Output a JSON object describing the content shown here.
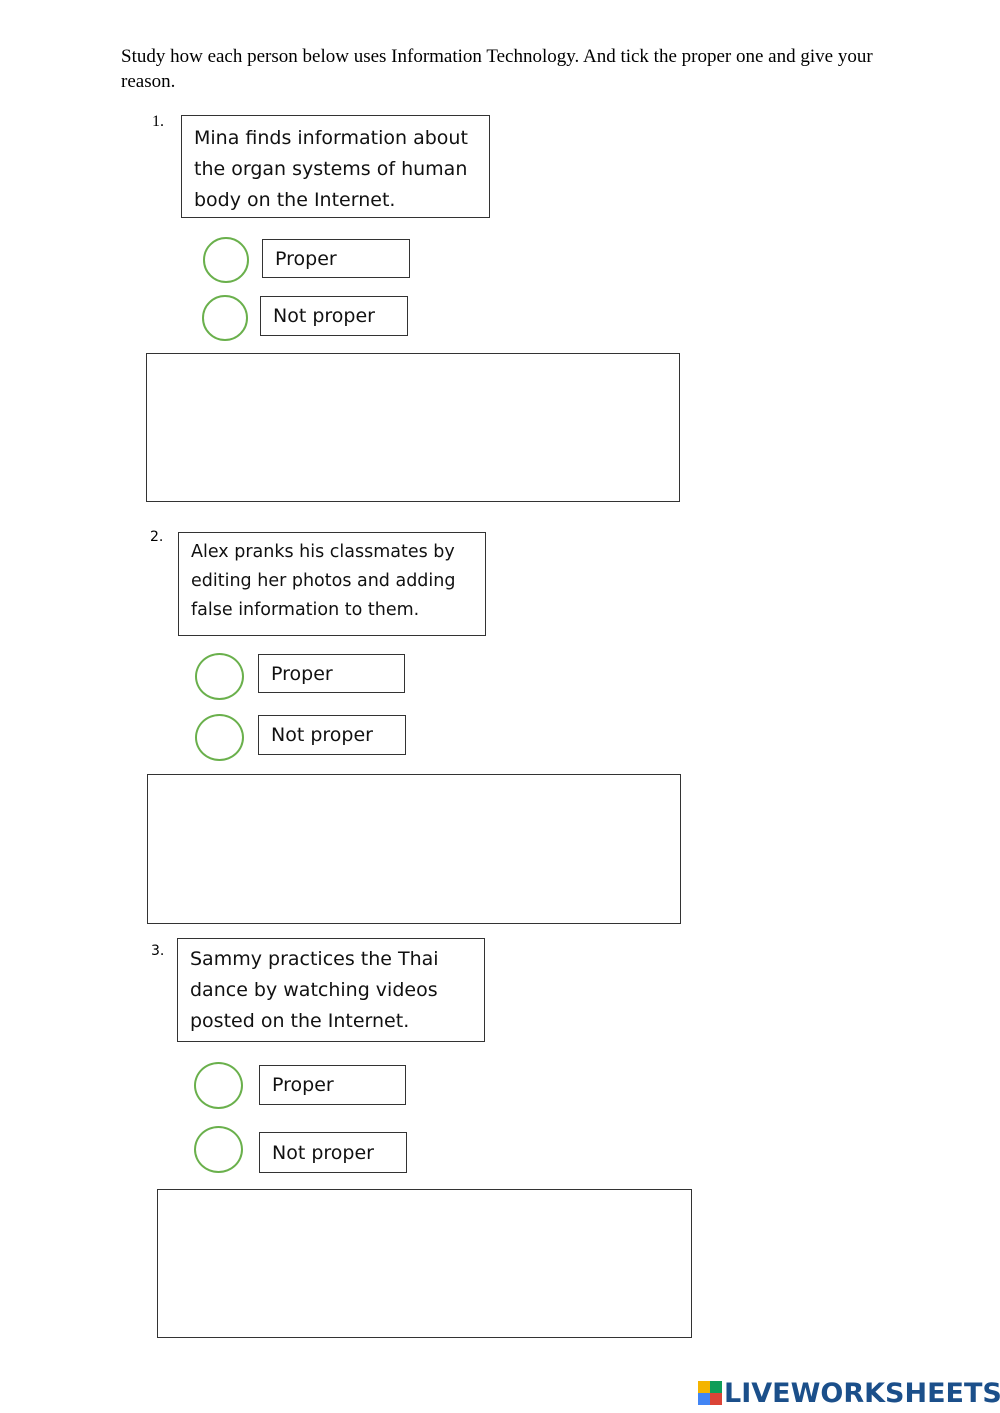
{
  "instructions": "Study how each person below uses Information Technology. And tick the proper one and give your reason.",
  "questions": [
    {
      "number": "1.",
      "text": "Mina finds information about the organ systems of human body on the Internet.",
      "options": [
        "Proper",
        "Not proper"
      ],
      "reason_value": ""
    },
    {
      "number": "2.",
      "text": "Alex pranks his classmates by editing her photos and adding false information to them.",
      "options": [
        "Proper",
        "Not proper"
      ],
      "reason_value": ""
    },
    {
      "number": "3.",
      "text": "Sammy practices the Thai dance by watching videos posted on the Internet.",
      "options": [
        "Proper",
        "Not proper"
      ],
      "reason_value": ""
    }
  ],
  "footer": {
    "logo_text": "LIVEWORKSHEETS",
    "logo_icon": "liveworksheets-logo-icon"
  },
  "colors": {
    "radio_border": "#6ab04c",
    "logo_text": "#1b4f8a"
  }
}
